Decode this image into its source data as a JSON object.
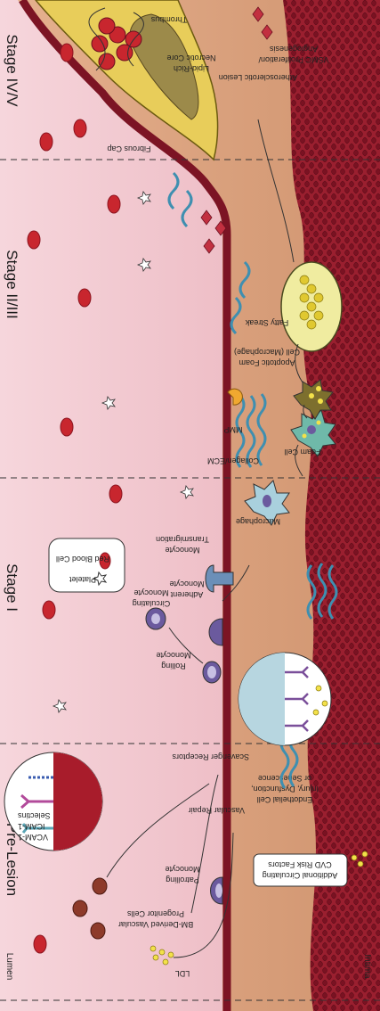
{
  "regions": {
    "lumen": "Lumen",
    "intima": "Intima"
  },
  "stages": {
    "pre_lesion": "Pre-Lesion",
    "stage_1": "Stage I",
    "stage_2_3": "Stage II/III",
    "stage_4_5": "Stage IV/V"
  },
  "legend": {
    "rbc": "Red Blood Cell",
    "platelet": "Platelet"
  },
  "labels": {
    "ldl": "LDL",
    "bm_line1": "BM-Derived Vascular",
    "bm_line2": "Progenitor Cells",
    "patrolling_line1": "Patrolling",
    "patrolling_line2": "Monocyte",
    "vascular_repair": "Vascular Repair",
    "vcam": "VCAM-1",
    "icam": "ICAM-1",
    "selectins": "Selectins",
    "cvd_line1": "Additional Circulating",
    "cvd_line2": "CVD Risk Factors",
    "endo_line1": "Endothelial Cell",
    "endo_line2": "Injury, Dysfunction,",
    "endo_line3": "or Senescence",
    "rolling_line1": "Rolling",
    "rolling_line2": "Monocyte",
    "circulating_line1": "Circulating",
    "circulating_line2": "Monocyte",
    "adherent_line1": "Adherent",
    "adherent_line2": "Monocyte",
    "scavenger": "Scavenger Receptors",
    "transmig_line1": "Monocyte",
    "transmig_line2": "Transmigration",
    "macrophage": "Macrophage",
    "foam_cell": "Foam Cell",
    "collagen": "Collagen/ECM",
    "mmp": "MMP",
    "apoptotic_line1": "Apoptotic Foam",
    "apoptotic_line2": "Cell (Macrophage)",
    "fatty_streak": "Fatty Streak",
    "fibrous_cap": "Fibrous Cap",
    "lipid_line1": "Lipid-Rich",
    "lipid_line2": "Necrotic Core",
    "athero": "Atherosclerotic Lesion",
    "vsmc_line1": "VSMC Proliferation/",
    "vsmc_line2": "Angiogenesis",
    "thrombus": "Thrombus"
  },
  "colors": {
    "lumen": "#f2c6cd",
    "intima": "#dca383",
    "media": "#8e1b2a",
    "rbc": "#c8262e",
    "plaque": "#e8cd5a",
    "core": "#9c8a4a",
    "monocyte": "#6b5a9e",
    "collagen": "#3f8fb0"
  }
}
